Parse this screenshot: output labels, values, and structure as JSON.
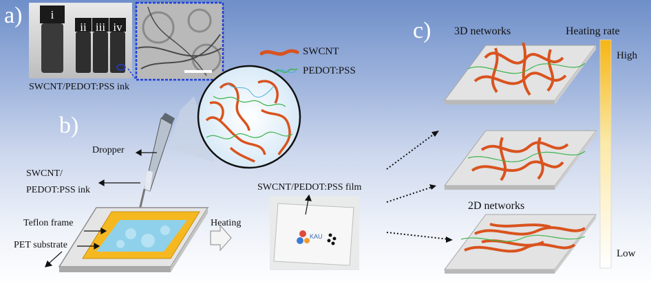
{
  "panels": {
    "a": "a)",
    "b": "b)",
    "c": "c)"
  },
  "vials": [
    "i",
    "ii",
    "iii",
    "iv"
  ],
  "ink_caption": "SWCNT/PEDOT:PSS ink",
  "legend": {
    "swcnt": "SWCNT",
    "pedot": "PEDOT:PSS"
  },
  "setup": {
    "dropper": "Dropper",
    "ink_label_line1": "SWCNT/",
    "ink_label_line2": "PEDOT:PSS ink",
    "teflon": "Teflon frame",
    "pet": "PET substrate",
    "heating": "Heating"
  },
  "film_label": "SWCNT/PEDOT:PSS film",
  "film_logo": "KAU",
  "networks": {
    "top": "3D networks",
    "bottom": "2D networks"
  },
  "heating_rate": {
    "title": "Heating rate",
    "high": "High",
    "low": "Low"
  },
  "colors": {
    "swcnt": "#d9531e",
    "pedot": "#3cb44b",
    "teflon": "#f5b820",
    "photo_border": "#1f3fd6"
  }
}
